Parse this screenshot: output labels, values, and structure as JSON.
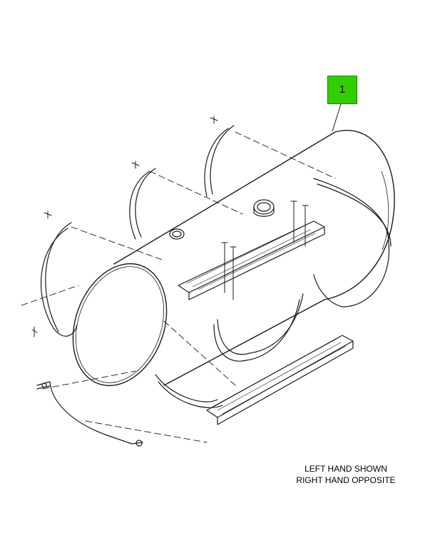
{
  "callout": {
    "number": "1",
    "color": "#33cc00"
  },
  "note": {
    "line1": "LEFT HAND SHOWN",
    "line2": "RIGHT HAND OPPOSITE"
  }
}
